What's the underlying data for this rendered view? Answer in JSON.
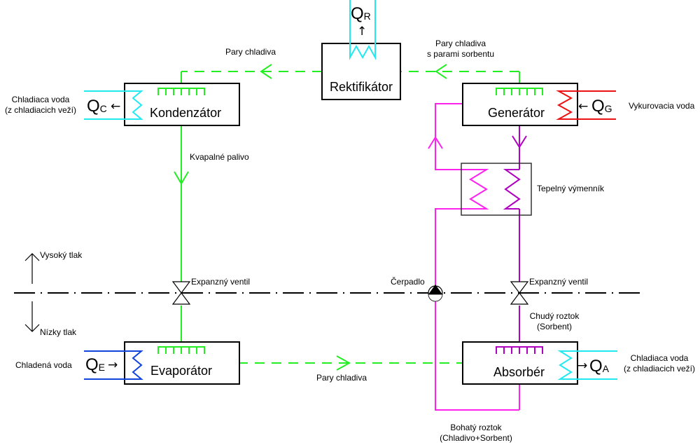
{
  "diagram": {
    "components": {
      "rektifikator": "Rektifikátor",
      "kondenzator": "Kondenzátor",
      "generator": "Generátor",
      "evaporator": "Evaporátor",
      "absorber": "Absorbér"
    },
    "heat_flows": {
      "qr": {
        "main": "Q",
        "sub": "R",
        "arrow": "↑"
      },
      "qc": {
        "main": "Q",
        "sub": "C",
        "arrow": "←"
      },
      "qg": {
        "main": "Q",
        "sub": "G",
        "arrow": "←"
      },
      "qe": {
        "main": "Q",
        "sub": "E",
        "arrow": "→"
      },
      "qa": {
        "main": "Q",
        "sub": "A",
        "arrow": "→"
      }
    },
    "labels": {
      "pary_chladiva_top": "Pary chladiva",
      "pary_sorbent_line1": "Pary chladiva",
      "pary_sorbent_line2": "s parami sorbentu",
      "chladiaca_voda_left_1": "Chladiaca voda",
      "chladiaca_voda_left_2": "(z chladiacich veží)",
      "vykurovacia_voda": "Vykurovacia voda",
      "kvapalne_palivo": "Kvapalné palivo",
      "tepelny_vymennik": "Tepelný výmenník",
      "vysoky_tlak": "Vysoký tlak",
      "nizky_tlak": "Nízky tlak",
      "expanzny_ventil_left": "Expanzný ventil",
      "expanzny_ventil_right": "Expanzný ventil",
      "cerpadlo": "Čerpadlo",
      "chudy_roztok_1": "Chudý roztok",
      "chudy_roztok_2": "(Sorbent)",
      "chladena_voda": "Chladená voda",
      "pary_chladiva_bottom": "Pary chladiva",
      "chladiaca_voda_right_1": "Chladiaca voda",
      "chladiaca_voda_right_2": "(z chladiacich veží)",
      "bohaty_roztok_1": "Bohatý roztok",
      "bohaty_roztok_2": "(Chladivo+Sorbent)"
    },
    "colors": {
      "refrigerant": "#22ee22",
      "rich_solution": "#ff22ee",
      "poor_solution": "#b000c0",
      "cooling_water": "#22e8f0",
      "heating_water": "#ee1111",
      "chilled_water": "#1144dd"
    }
  }
}
